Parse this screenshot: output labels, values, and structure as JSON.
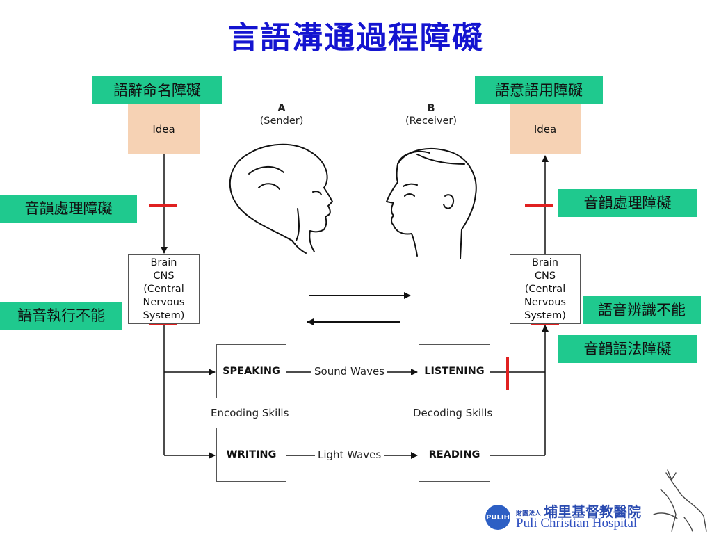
{
  "title": "言語溝通過程障礙",
  "sender": {
    "letter": "A",
    "role": "(Sender)"
  },
  "receiver": {
    "letter": "B",
    "role": "(Receiver)"
  },
  "left": {
    "idea": "Idea",
    "cns": [
      "Brain",
      "CNS",
      "(Central",
      "Nervous",
      "System)"
    ]
  },
  "right": {
    "idea": "Idea",
    "cns": [
      "Brain",
      "CNS",
      "(Central",
      "Nervous",
      "System)"
    ]
  },
  "activities": {
    "speaking": "SPEAKING",
    "listening": "LISTENING",
    "writing": "WRITING",
    "reading": "READING"
  },
  "channels": {
    "sound": "Sound Waves",
    "light": "Light Waves"
  },
  "skills": {
    "encoding": "Encoding Skills",
    "decoding": "Decoding Skills"
  },
  "disorders": {
    "naming": "語辭命名障礙",
    "semantic_pragmatic": "語意語用障礙",
    "phon_left": "音韻處理障礙",
    "phon_right": "音韻處理障礙",
    "speech_exec": "語音執行不能",
    "speech_recog": "語音辨識不能",
    "phon_syntax": "音韻語法障礙"
  },
  "logo": {
    "mark": "PULIH",
    "org_small": "財團法人",
    "cn": "埔里基督教醫院",
    "en": "Puli Christian Hospital"
  },
  "colors": {
    "title": "#1414d0",
    "tag": "#1fc98e",
    "idea": "#f6d2b4",
    "block": "#e02020"
  }
}
